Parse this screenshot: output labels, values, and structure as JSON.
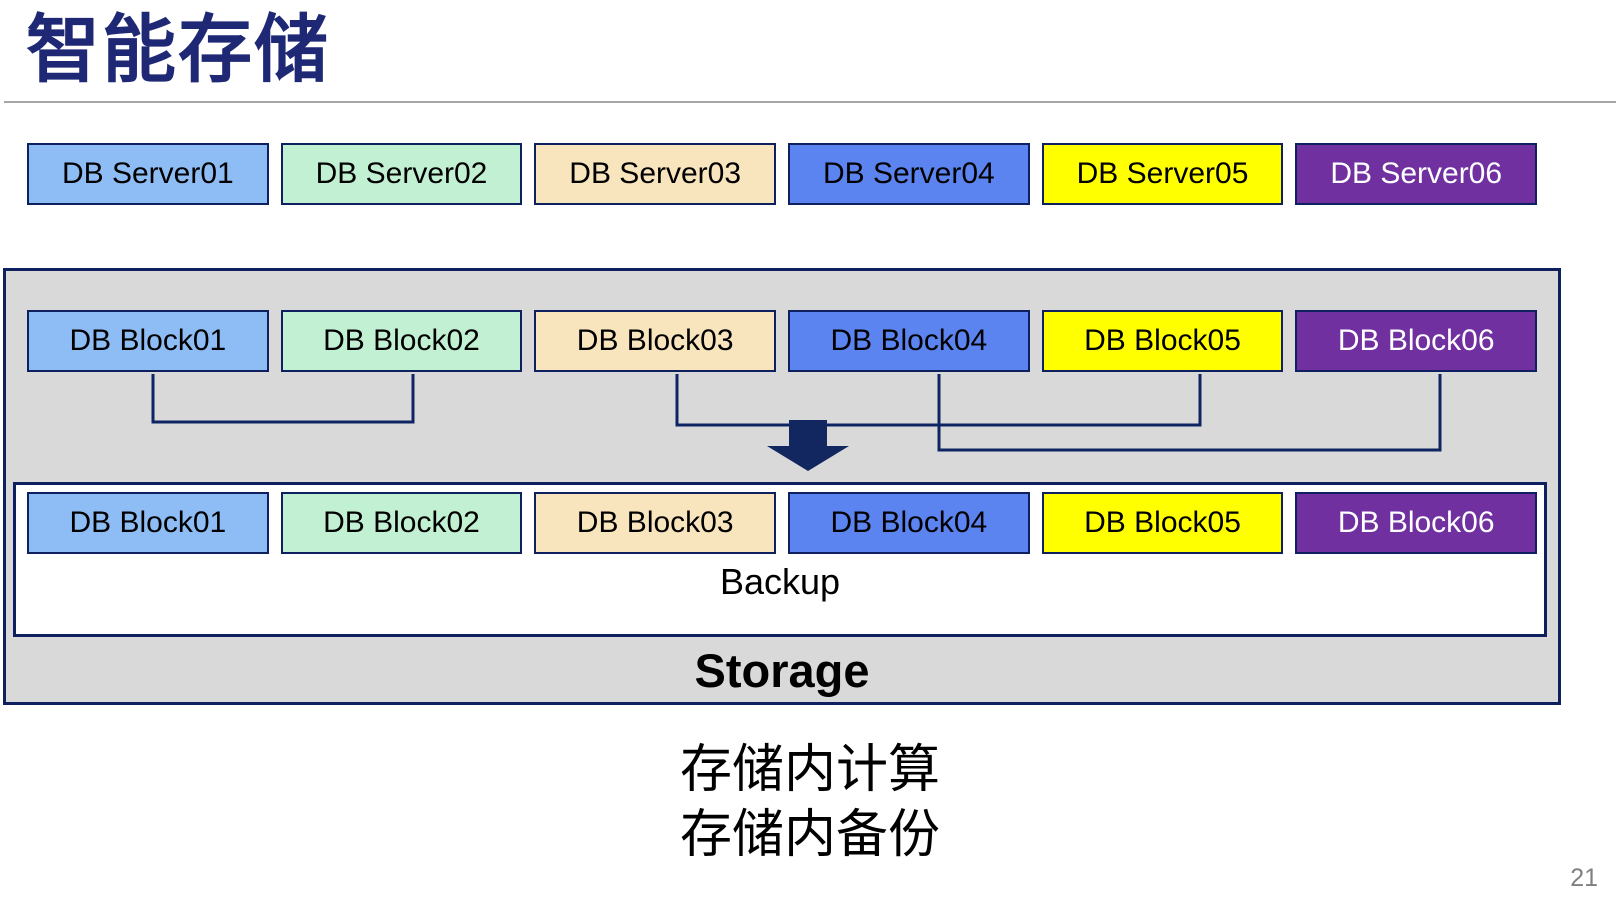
{
  "slide": {
    "title": "智能存储",
    "caption_line1": "存储内计算",
    "caption_line2": "存储内备份",
    "page_number": "21"
  },
  "server_row": {
    "items": [
      {
        "label": "DB Server01",
        "bg": "#8EBCF5",
        "fg": "#000000"
      },
      {
        "label": "DB Server02",
        "bg": "#C2F0D2",
        "fg": "#000000"
      },
      {
        "label": "DB Server03",
        "bg": "#F8E4BD",
        "fg": "#000000"
      },
      {
        "label": "DB Server04",
        "bg": "#5B84F0",
        "fg": "#000000"
      },
      {
        "label": "DB Server05",
        "bg": "#FFFF00",
        "fg": "#000000"
      },
      {
        "label": "DB Server06",
        "bg": "#7030A0",
        "fg": "#FFFFFF"
      }
    ]
  },
  "storage_box": {
    "storage_label": "Storage",
    "backup_label": "Backup",
    "top_blocks": {
      "items": [
        {
          "label": "DB Block01",
          "bg": "#8EBCF5",
          "fg": "#000000"
        },
        {
          "label": "DB Block02",
          "bg": "#C2F0D2",
          "fg": "#000000"
        },
        {
          "label": "DB Block03",
          "bg": "#F8E4BD",
          "fg": "#000000"
        },
        {
          "label": "DB Block04",
          "bg": "#5B84F0",
          "fg": "#000000"
        },
        {
          "label": "DB Block05",
          "bg": "#FFFF00",
          "fg": "#000000"
        },
        {
          "label": "DB Block06",
          "bg": "#7030A0",
          "fg": "#FFFFFF"
        }
      ]
    },
    "bottom_blocks": {
      "items": [
        {
          "label": "DB Block01",
          "bg": "#8EBCF5",
          "fg": "#000000"
        },
        {
          "label": "DB Block02",
          "bg": "#C2F0D2",
          "fg": "#000000"
        },
        {
          "label": "DB Block03",
          "bg": "#F8E4BD",
          "fg": "#000000"
        },
        {
          "label": "DB Block04",
          "bg": "#5B84F0",
          "fg": "#000000"
        },
        {
          "label": "DB Block05",
          "bg": "#FFFF00",
          "fg": "#000000"
        },
        {
          "label": "DB Block06",
          "bg": "#7030A0",
          "fg": "#FFFFFF"
        }
      ]
    }
  },
  "colors": {
    "title_navy": "#1F2875",
    "border_navy": "#0F205E",
    "connector_navy": "#0F2563",
    "arrow_navy": "#12265F",
    "panel_gray": "#D9D9D9",
    "divider_gray": "#A6A6A6",
    "page_number_gray": "#808080"
  }
}
